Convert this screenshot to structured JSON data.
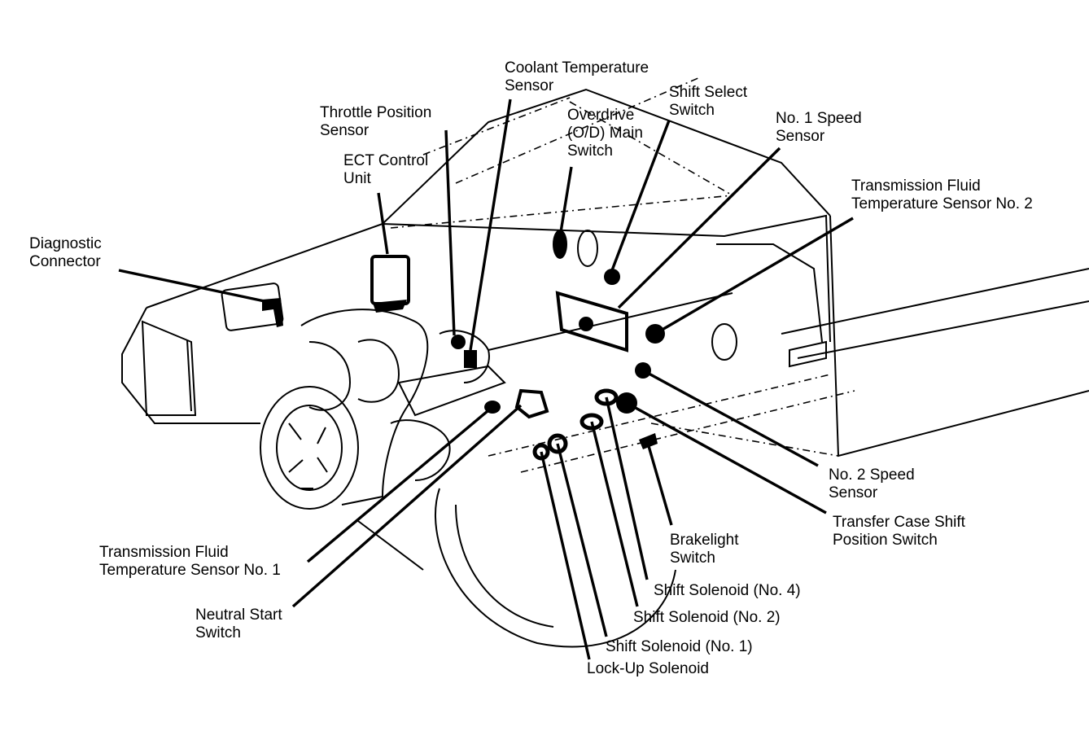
{
  "diagram": {
    "subject": "Automatic transmission (ECT) component locations",
    "ink_color": "#000000",
    "background_color": "#ffffff",
    "labels": [
      {
        "id": "coolant-temperature-sensor",
        "text": "Coolant Temperature\nSensor"
      },
      {
        "id": "throttle-position-sensor",
        "text": "Throttle Position\nSensor"
      },
      {
        "id": "overdrive-main-switch",
        "text": "Overdrive\n(O/D) Main\nSwitch"
      },
      {
        "id": "shift-select-switch",
        "text": "Shift Select\nSwitch"
      },
      {
        "id": "no1-speed-sensor",
        "text": "No. 1 Speed\nSensor"
      },
      {
        "id": "ect-control-unit",
        "text": "ECT Control\nUnit"
      },
      {
        "id": "transmission-fluid-temp-sensor-2",
        "text": "Transmission Fluid\nTemperature Sensor No. 2"
      },
      {
        "id": "diagnostic-connector",
        "text": "Diagnostic\nConnector"
      },
      {
        "id": "no2-speed-sensor",
        "text": "No. 2 Speed\nSensor"
      },
      {
        "id": "transfer-case-shift-position-switch",
        "text": "Transfer Case Shift\nPosition Switch"
      },
      {
        "id": "brakelight-switch",
        "text": "Brakelight\nSwitch"
      },
      {
        "id": "transmission-fluid-temp-sensor-1",
        "text": "Transmission Fluid\nTemperature Sensor No. 1"
      },
      {
        "id": "shift-solenoid-4",
        "text": "Shift Solenoid (No. 4)"
      },
      {
        "id": "neutral-start-switch",
        "text": "Neutral Start\nSwitch"
      },
      {
        "id": "shift-solenoid-2",
        "text": "Shift Solenoid (No. 2)"
      },
      {
        "id": "shift-solenoid-1",
        "text": "Shift Solenoid (No. 1)"
      },
      {
        "id": "lock-up-solenoid",
        "text": "Lock-Up Solenoid"
      }
    ]
  }
}
